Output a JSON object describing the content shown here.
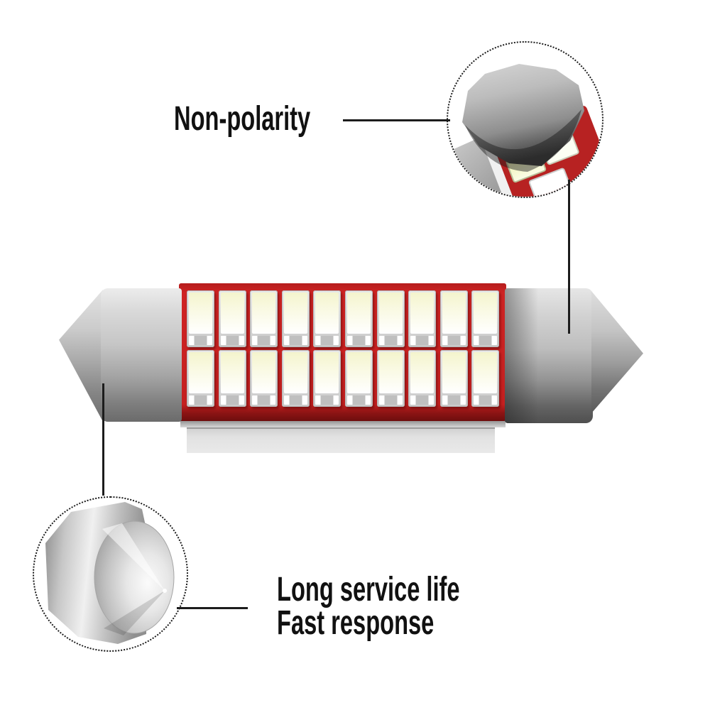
{
  "background": "#ffffff",
  "labels": {
    "non_polarity": "Non-polarity",
    "long_service_life": "Long service life",
    "fast_response": "Fast response"
  },
  "bulb": {
    "led_rows": 2,
    "led_columns": 10,
    "colors": {
      "pcb_red": "#c42020",
      "cap_silver": "#bdbdbd",
      "led_face": "#f7f7dd",
      "leader_line": "#1c1c1c",
      "text": "#111111"
    }
  },
  "callouts": {
    "cap_end": {
      "shape": "dotted-circle",
      "depicts": "metal end cap with LED chips"
    },
    "pointed_tip": {
      "shape": "dotted-circle",
      "depicts": "pointed contact tip"
    }
  }
}
